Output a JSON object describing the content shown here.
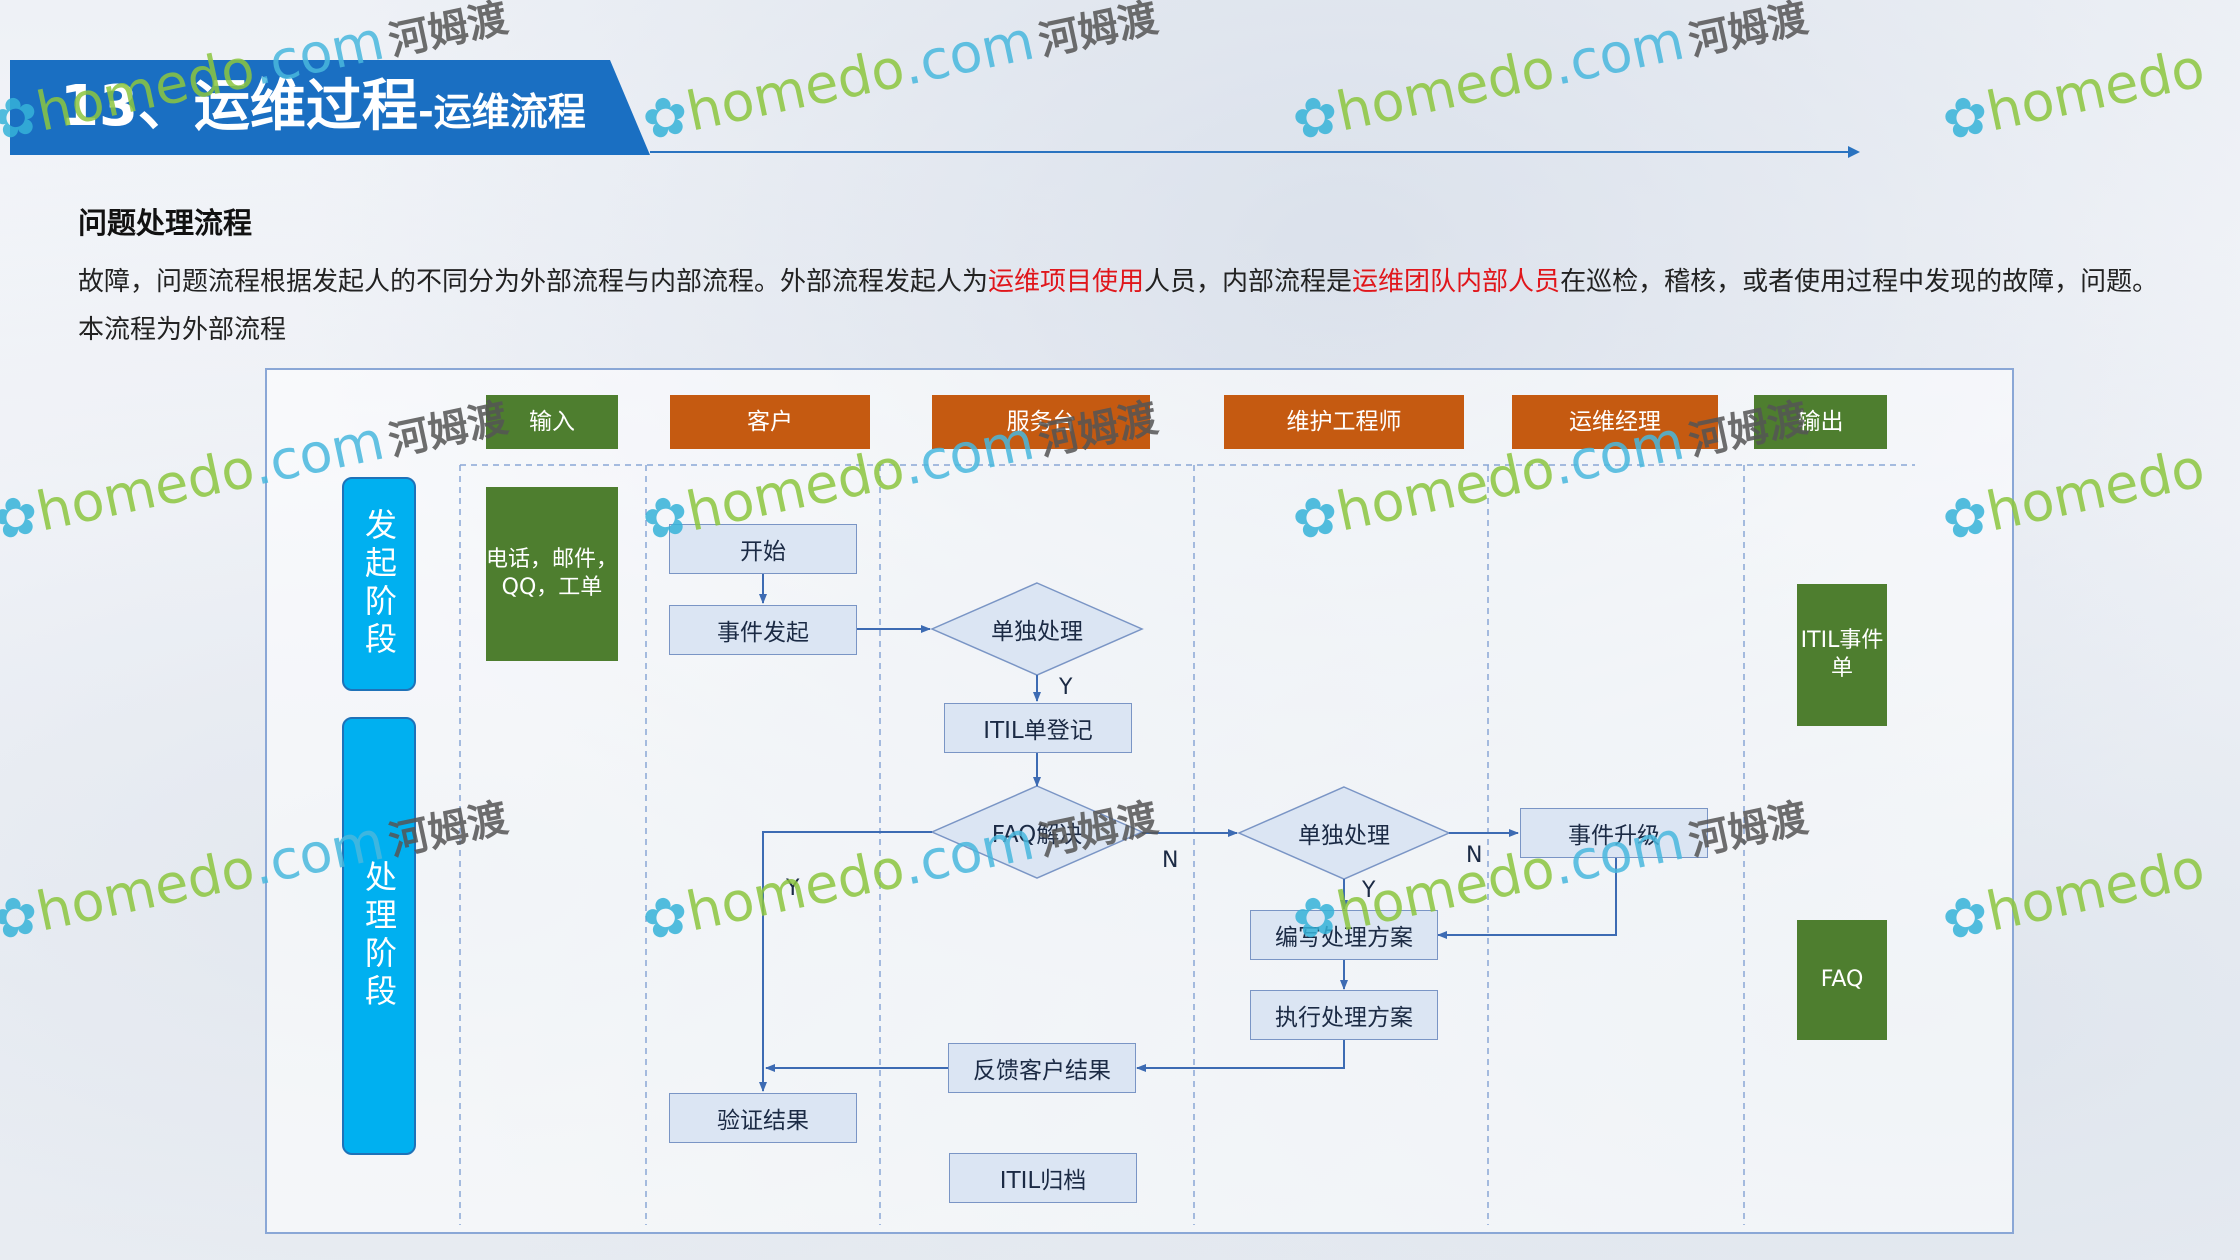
{
  "title": {
    "main": "13、运维过程",
    "sub": "-运维流程"
  },
  "heading": "问题处理流程",
  "paragraph": {
    "p1": "故障，问题流程根据发起人的不同分为外部流程与内部流程。外部流程发起人为",
    "hl1": "运维项目使用",
    "p2": "人员，内部流程是",
    "hl2": "运维团队内部人员",
    "p3": "在巡检，稽核，或者使用过程中发现的故障，问题。本流程为外部流程"
  },
  "lanes": [
    "输入",
    "客户",
    "服务台",
    "维护工程师",
    "运维经理",
    "输出"
  ],
  "phases": [
    "发起阶段",
    "处理阶段"
  ],
  "input_box": "电话，邮件，QQ，工单",
  "output_boxes": [
    "ITIL事件单",
    "FAQ"
  ],
  "nodes": {
    "start": "开始",
    "event_raise": "事件发起",
    "solo1": "单独处理",
    "itil_register": "ITIL单登记",
    "faq_solve": "FAQ解决",
    "solo2": "单独处理",
    "escalate": "事件升级",
    "write_plan": "编写处理方案",
    "execute_plan": "执行处理方案",
    "feedback": "反馈客户结果",
    "verify": "验证结果",
    "archive": "ITIL归档"
  },
  "edge_labels": {
    "y1": "Y",
    "y2": "Y",
    "y3": "Y",
    "n1": "N",
    "n2": "N"
  },
  "watermark": {
    "brand": "homedo",
    "domain": ".com",
    "cn": "河姆渡"
  },
  "colors": {
    "lane_green": "#4e7e2f",
    "lane_orange": "#c55a11",
    "phase_blue": "#00b0f0",
    "title_blue": "#1a6fc2",
    "highlight_red": "#e0161b"
  }
}
